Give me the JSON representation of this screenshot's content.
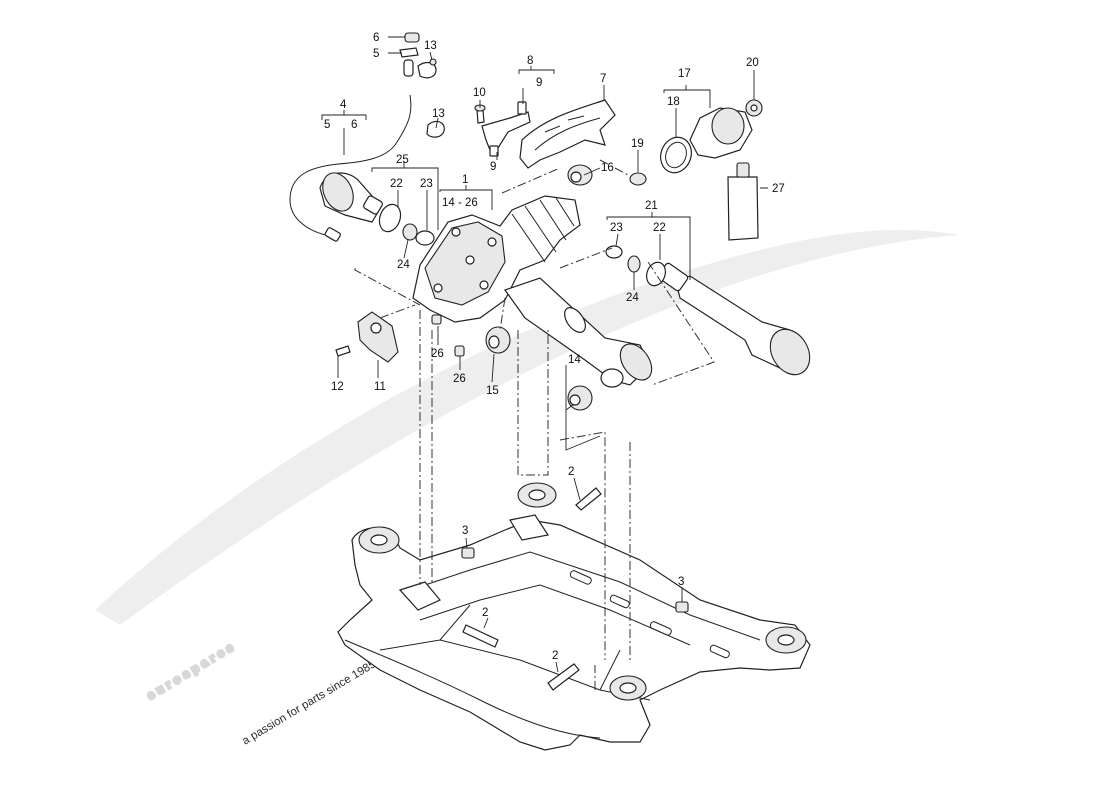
{
  "watermark": {
    "brand": "eurospares",
    "tagline": "a passion for parts since 1985",
    "brand_color": "#d8d8d8",
    "tagline_color": "#f0ef9a"
  },
  "callouts": {
    "p1": "1",
    "p1_range": "14 - 26",
    "p2a": "2",
    "p2b": "2",
    "p2c": "2",
    "p3a": "3",
    "p3b": "3",
    "p4": "4",
    "p4_sub5": "5",
    "p4_sub6": "6",
    "p5": "5",
    "p6": "6",
    "p7": "7",
    "p8": "8",
    "p8_sub9": "9",
    "p9": "9",
    "p10": "10",
    "p11": "11",
    "p12": "12",
    "p13a": "13",
    "p13b": "13",
    "p14": "14",
    "p15": "15",
    "p16": "16",
    "p17": "17",
    "p18": "18",
    "p19": "19",
    "p20": "20",
    "p21": "21",
    "p22a": "22",
    "p22b": "22",
    "p23a": "23",
    "p23b": "23",
    "p24a": "24",
    "p24b": "24",
    "p25": "25",
    "p26a": "26",
    "p26b": "26",
    "p27": "27"
  }
}
